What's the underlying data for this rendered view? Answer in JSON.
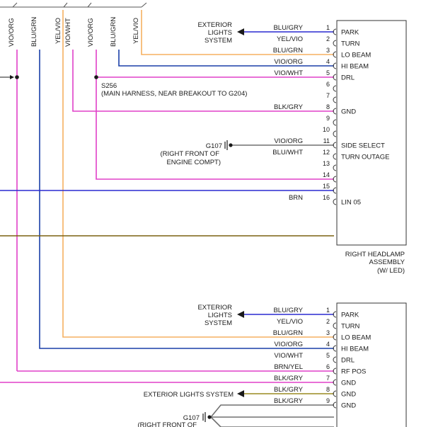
{
  "colors": {
    "VIO_ORG": "#e040c8",
    "BLU_GRN": "#1a3fa8",
    "YEL_VIO": "#f5b060",
    "VIO_WHT": "#e040c8",
    "BLU_GRY": "#2a2ad0",
    "BRN": "#7a6010",
    "BRN_YEL": "#9a8a20",
    "BLK_GRY": "#707070",
    "ink": "#1a1a1a"
  },
  "top_labels": [
    "VIO/ORG",
    "BLU/GRN",
    "YEL/VIO",
    "VIO/WHT",
    "VIO/ORG",
    "BLU/GRN",
    "YEL/VIO"
  ],
  "splice": {
    "name": "S256",
    "description": "(MAIN HARNESS, NEAR BREAKOUT TO G204)"
  },
  "exterior_lights_1": [
    "EXTERIOR",
    "LIGHTS",
    "SYSTEM"
  ],
  "exterior_lights_2": [
    "EXTERIOR",
    "LIGHTS",
    "SYSTEM"
  ],
  "exterior_lights_3": "EXTERIOR LIGHTS SYSTEM",
  "ground_1": {
    "name": "G107",
    "location": [
      "(RIGHT FRONT OF",
      "ENGINE COMPT)"
    ]
  },
  "ground_2": {
    "name": "G107",
    "location": [
      "(RIGHT FRONT OF"
    ]
  },
  "right_headlamp": {
    "title": [
      "RIGHT HEADLAMP",
      "ASSEMBLY",
      "(W/ LED)"
    ],
    "pins": [
      {
        "pin": "1",
        "wire": "BLU/GRY",
        "function": "PARK"
      },
      {
        "pin": "2",
        "wire": "YEL/VIO",
        "function": "TURN"
      },
      {
        "pin": "3",
        "wire": "BLU/GRN",
        "function": "LO BEAM"
      },
      {
        "pin": "4",
        "wire": "VIO/ORG",
        "function": "HI BEAM"
      },
      {
        "pin": "5",
        "wire": "VIO/WHT",
        "function": "DRL"
      },
      {
        "pin": "6",
        "wire": "",
        "function": ""
      },
      {
        "pin": "7",
        "wire": "",
        "function": ""
      },
      {
        "pin": "8",
        "wire": "BLK/GRY",
        "function": "GND"
      },
      {
        "pin": "9",
        "wire": "",
        "function": ""
      },
      {
        "pin": "10",
        "wire": "",
        "function": ""
      },
      {
        "pin": "11",
        "wire": "VIO/ORG",
        "function": "SIDE SELECT"
      },
      {
        "pin": "12",
        "wire": "BLU/WHT",
        "function": "TURN OUTAGE"
      },
      {
        "pin": "13",
        "wire": "",
        "function": ""
      },
      {
        "pin": "14",
        "wire": "",
        "function": ""
      },
      {
        "pin": "15",
        "wire": "",
        "function": ""
      },
      {
        "pin": "16",
        "wire": "BRN",
        "function": "LIN 05"
      }
    ]
  },
  "lower_connector": {
    "pins": [
      {
        "pin": "1",
        "wire": "BLU/GRY",
        "function": "PARK"
      },
      {
        "pin": "2",
        "wire": "YEL/VIO",
        "function": "TURN"
      },
      {
        "pin": "3",
        "wire": "BLU/GRN",
        "function": "LO BEAM"
      },
      {
        "pin": "4",
        "wire": "VIO/ORG",
        "function": "HI BEAM"
      },
      {
        "pin": "5",
        "wire": "VIO/WHT",
        "function": "DRL"
      },
      {
        "pin": "6",
        "wire": "BRN/YEL",
        "function": "RF POS"
      },
      {
        "pin": "7",
        "wire": "BLK/GRY",
        "function": "GND"
      },
      {
        "pin": "8",
        "wire": "BLK/GRY",
        "function": "GND"
      },
      {
        "pin": "9",
        "wire": "BLK/GRY",
        "function": "GND"
      }
    ]
  }
}
